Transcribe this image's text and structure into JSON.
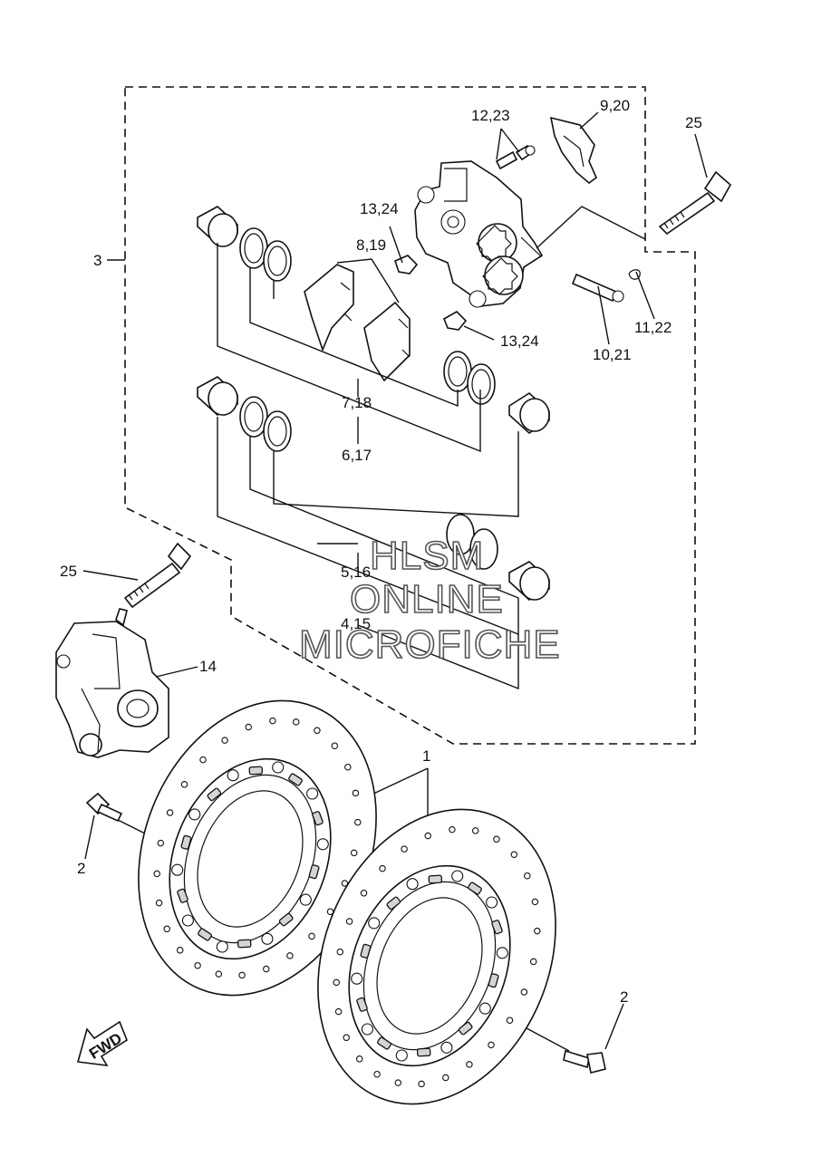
{
  "labels": {
    "l1": "1",
    "l2a": "2",
    "l2b": "2",
    "l3": "3",
    "l4_15": "4,15",
    "l5_16": "5,16",
    "l6_17": "6,17",
    "l7_18": "7,18",
    "l8_19": "8,19",
    "l9_20": "9,20",
    "l10_21": "10,21",
    "l11_22": "11,22",
    "l12_23": "12,23",
    "l13_24a": "13,24",
    "l13_24b": "13,24",
    "l14": "14",
    "l25a": "25",
    "l25b": "25"
  },
  "watermark": {
    "line1": "HLSM",
    "line2": "ONLINE",
    "line3": "MICROFICHE"
  },
  "fwd_badge": "FWD"
}
